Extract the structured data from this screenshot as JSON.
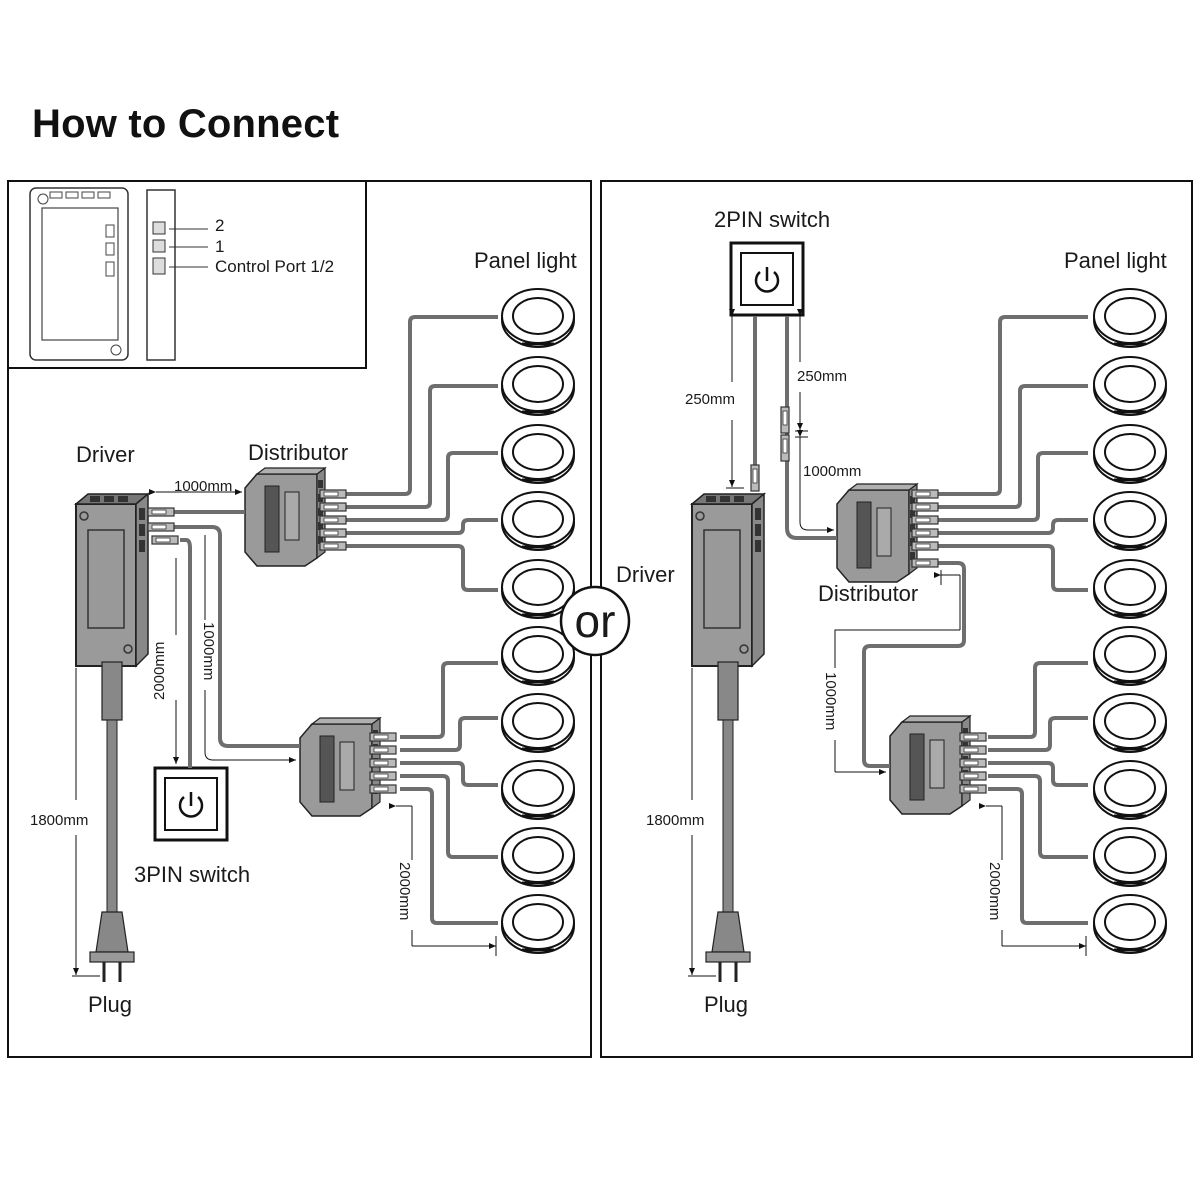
{
  "title": "How to Connect",
  "inset": {
    "port_labels": [
      "2",
      "1",
      "Control Port 1/2"
    ]
  },
  "left_panel": {
    "driver_label": "Driver",
    "distributor_label": "Distributor",
    "panel_light_label": "Panel light",
    "switch_label": "3PIN switch",
    "plug_label": "Plug",
    "dim_driver_to_distributor": "1000mm",
    "dim_switch_cable": "2000mm",
    "dim_second_distributor": "1000mm",
    "dim_power_cord": "1800mm",
    "dim_light_cable": "2000mm",
    "panel_light_count": 10
  },
  "separator": {
    "label": "or"
  },
  "right_panel": {
    "switch_label": "2PIN switch",
    "panel_light_label": "Panel light",
    "driver_label": "Driver",
    "distributor_label": "Distributor",
    "plug_label": "Plug",
    "dim_switch_left": "250mm",
    "dim_switch_right": "250mm",
    "dim_switch_to_distributor": "1000mm",
    "dim_distributor_chain": "1000mm",
    "dim_power_cord": "1800mm",
    "dim_light_cable": "2000mm",
    "panel_light_count": 10
  },
  "colors": {
    "device_fill": "#9a9a9a",
    "device_dark": "#555555",
    "cable": "#6e6e6e",
    "outline": "#1a1a1a"
  }
}
